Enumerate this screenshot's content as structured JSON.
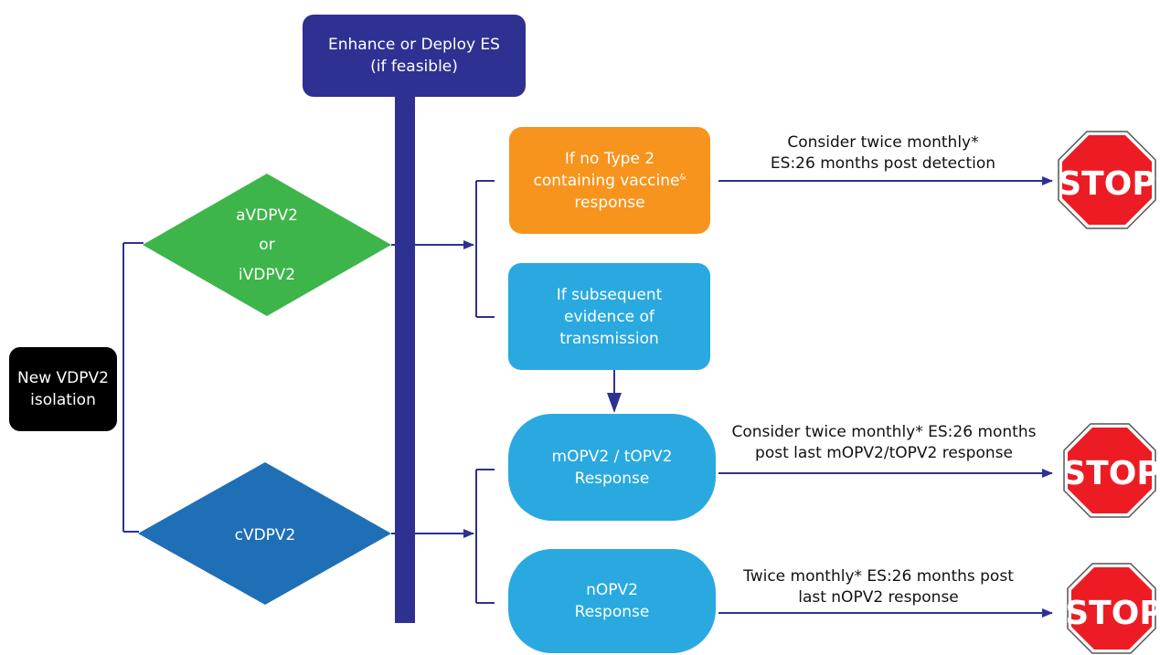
{
  "colors": {
    "navy": "#2e3192",
    "black": "#000000",
    "green": "#3db54a",
    "blue_diamond": "#1f6fb6",
    "orange": "#f7941d",
    "light_blue": "#29a9e0",
    "stop_red": "#ed1c24",
    "connector": "#2e3192"
  },
  "icons": {
    "stop_sign": "stop-sign-icon"
  },
  "nodes": {
    "top": {
      "line1": "Enhance or Deploy ES",
      "line2": "(if feasible)"
    },
    "start": {
      "line1": "New VDPV2",
      "line2": "isolation"
    },
    "diamond_a": {
      "line1": "aVDPV2",
      "line2": "or",
      "line3": "iVDPV2"
    },
    "diamond_c": {
      "label": "cVDPV2"
    },
    "orange_box": {
      "line1": "If no Type 2",
      "line2": "containing vaccine",
      "line2_sup": "&",
      "line3": "response"
    },
    "evidence_box": {
      "line1": "If subsequent",
      "line2": "evidence of",
      "line3": "transmission"
    },
    "mopv_box": {
      "line1": "mOPV2 / tOPV2",
      "line2": "Response"
    },
    "nopv_box": {
      "line1": "nOPV2",
      "line2": "Response"
    }
  },
  "captions": {
    "c1": {
      "line1": "Consider twice monthly*",
      "line2": "ES:26 months post detection"
    },
    "c2": {
      "line1": "Consider twice monthly* ES:26 months",
      "line2": "post last mOPV2/tOPV2 response"
    },
    "c3": {
      "line1": "Twice monthly* ES:26 months post",
      "line2": "last nOPV2 response"
    }
  },
  "stop_label": "STOP"
}
